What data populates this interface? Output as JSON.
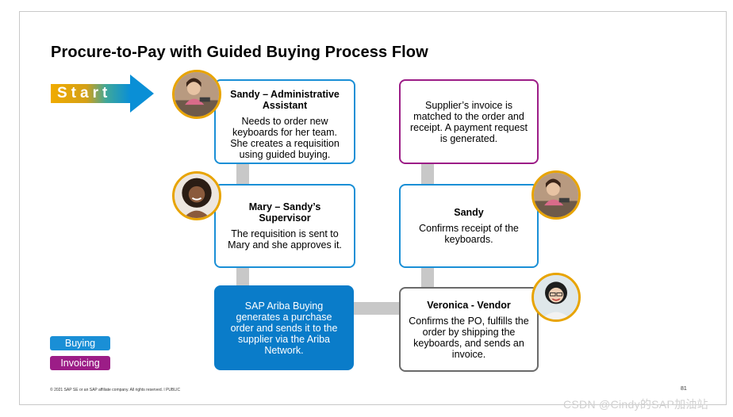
{
  "title": "Procure-to-Pay with Guided Buying Process Flow",
  "start_label": "Start",
  "steps": {
    "sandy_request": {
      "name": "Sandy – Administrative Assistant",
      "text": "Needs to order new keyboards for her team. She creates a requisition using guided buying."
    },
    "mary_approve": {
      "name": "Mary – Sandy’s Supervisor",
      "text": "The requisition is sent to Mary and she approves it."
    },
    "ariba_po": {
      "text": "SAP Ariba Buying generates a purchase order and sends it to the supplier via the Ariba Network."
    },
    "veronica_vendor": {
      "name": "Veronica - Vendor",
      "text": "Confirms the PO, fulfills the order by shipping the keyboards, and sends an invoice."
    },
    "sandy_receipt": {
      "name": "Sandy",
      "text": "Confirms receipt of the keyboards."
    },
    "invoice_match": {
      "text": "Supplier’s invoice is matched to the order and receipt. A payment request is generated."
    }
  },
  "legend": {
    "buying": "Buying",
    "invoicing": "Invoicing"
  },
  "colors": {
    "buying": "#1a8fd6",
    "invoicing": "#9c1d87",
    "vendor": "#6a6a6a",
    "avatar_ring": "#e8a400"
  },
  "footer": "© 2021 SAP SE or an SAP affiliate company. All rights reserved.  ǀ  PUBLIC",
  "page_number": "81",
  "watermark": "CSDN @Cindy的SAP加油站"
}
